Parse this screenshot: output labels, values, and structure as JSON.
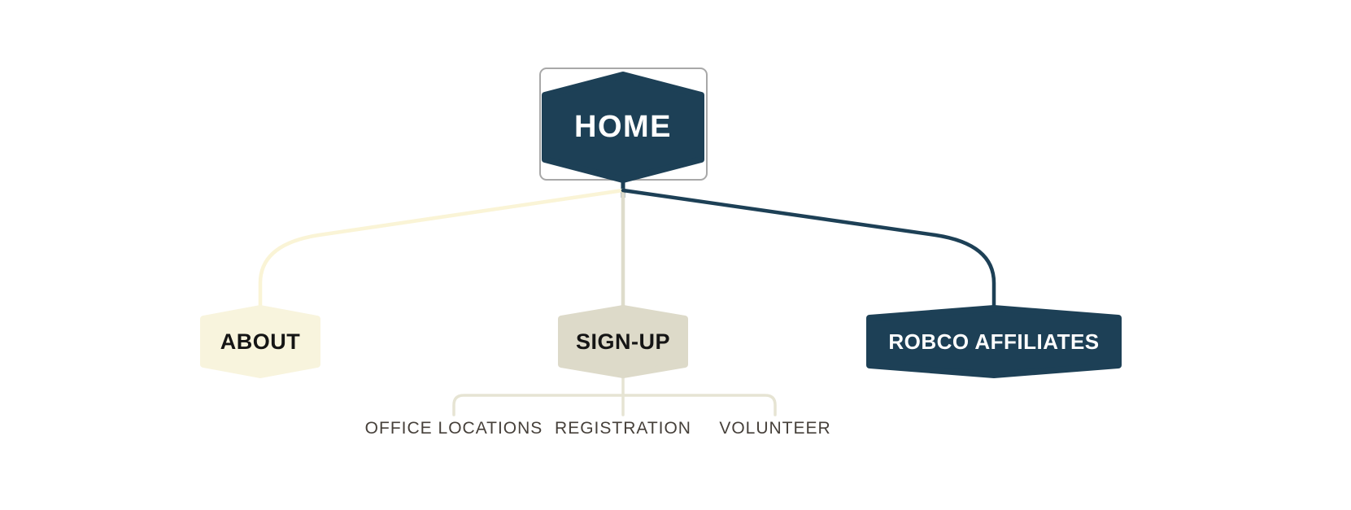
{
  "diagram": {
    "type": "sitemap-tree",
    "nodes": {
      "home": {
        "label": "HOME",
        "selected": true,
        "color": "#1d4056"
      },
      "about": {
        "label": "ABOUT",
        "color": "#f8f4dd"
      },
      "signup": {
        "label": "SIGN-UP",
        "color": "#dddac9"
      },
      "robco": {
        "label": "ROBCO AFFILIATES",
        "color": "#1d4056"
      },
      "office_locations": {
        "label": "OFFICE LOCATIONS"
      },
      "registration": {
        "label": "REGISTRATION"
      },
      "volunteer": {
        "label": "VOLUNTEER"
      }
    },
    "colors": {
      "navy": "#1d4056",
      "cream_fill": "#f8f4dd",
      "cream_edge": "#faf4d6",
      "beige_fill": "#dddac9",
      "beige_edge": "#dedccb",
      "rail": "#e6e4d3",
      "selection_border": "#a8a8a8",
      "node_text_dark": "#151515",
      "node_text_light": "#ffffff",
      "leaf_text": "#46403a",
      "background": "#ffffff"
    }
  }
}
